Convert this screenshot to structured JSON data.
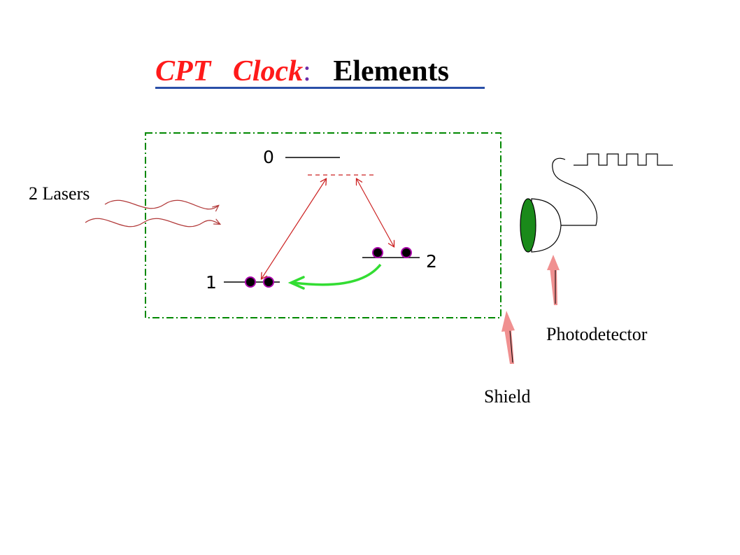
{
  "title": {
    "part1": "CPT",
    "part2": "Clock",
    "colon": ":",
    "part3": "Elements"
  },
  "labels": {
    "lasers": "2 Lasers",
    "photodetector": "Photodetector",
    "shield": "Shield"
  },
  "levels": {
    "excited": "0",
    "ground1": "1",
    "ground2": "2"
  },
  "colors": {
    "title_red": "#ff1a1a",
    "colon_purple": "#6a2ca8",
    "underline_blue": "#2a4fa8",
    "shield_green": "#008800",
    "laser_red": "#b23a3a",
    "transition_red": "#cc2222",
    "decay_green": "#33dd33",
    "atom_fill": "#000000",
    "atom_ring": "#aa00aa",
    "detector_green": "#1a8a1a",
    "pointer_pink": "#f09090"
  }
}
